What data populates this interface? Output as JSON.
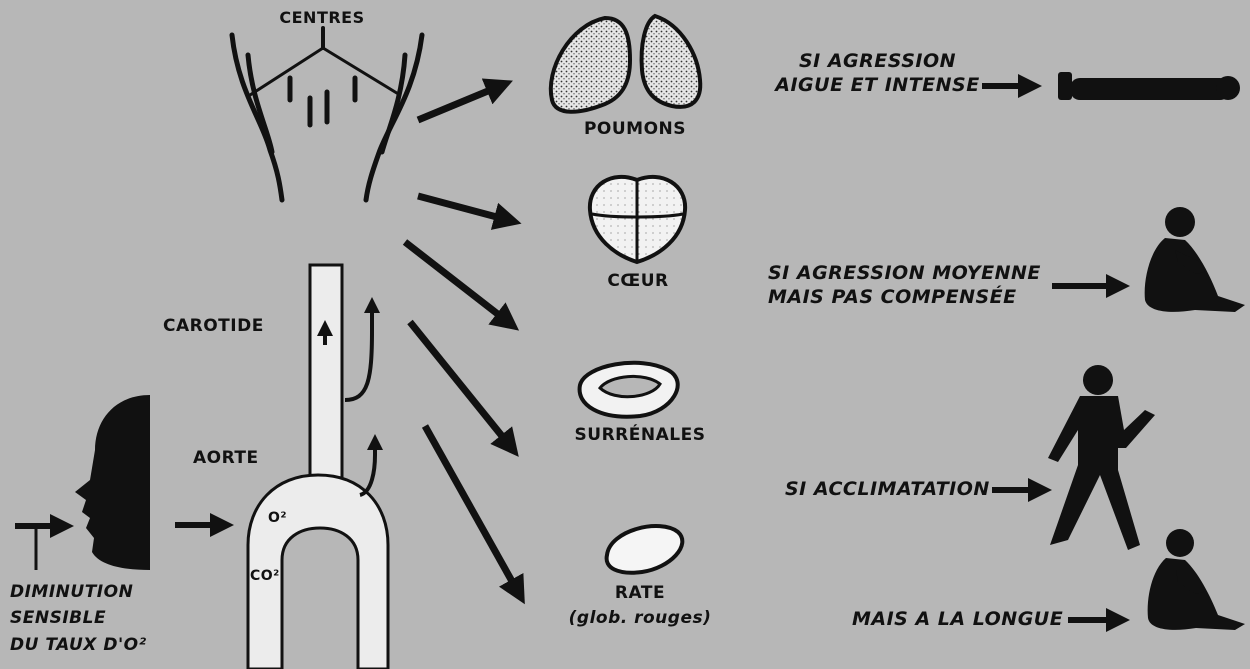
{
  "labels": {
    "centres": "CENTRES",
    "poumons": "POUMONS",
    "coeur": "CŒUR",
    "surrenales": "SURRÉNALES",
    "rate": "RATE",
    "rate_sub": "(glob. rouges)",
    "carotide": "CAROTIDE",
    "aorte": "AORTE",
    "o2": "O²",
    "co2": "CO²"
  },
  "stimulus": {
    "line1": "DIMINUTION",
    "line2": "SENSIBLE",
    "line3": "DU TAUX D'O²"
  },
  "outcomes": {
    "aigue_line1": "SI AGRESSION",
    "aigue_line2": "AIGUE ET INTENSE",
    "moyenne_line1": "SI AGRESSION MOYENNE",
    "moyenne_line2": "MAIS PAS COMPENSÉE",
    "acclimatation": "SI ACCLIMATATION",
    "longue": "MAIS A LA LONGUE"
  },
  "colors": {
    "background": "#b7b7b7",
    "ink": "#111111",
    "vessel": "#ececec"
  }
}
